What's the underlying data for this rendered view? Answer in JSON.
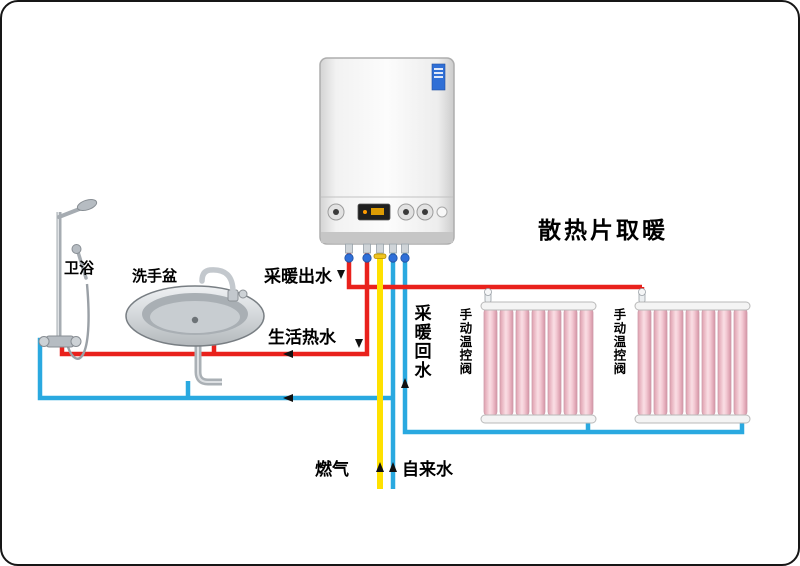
{
  "colors": {
    "hot": "#e9211c",
    "cold": "#2aa9e0",
    "gas": "#ffe100",
    "ink": "#111111",
    "fin": "#f3c6d0",
    "fin-edge": "#cf9dac",
    "chrome": "#b6bcc2",
    "chrome-dark": "#878d93",
    "sticker": "#2f6fd6"
  },
  "pipes": {
    "heating_supply_label": "采暖出水",
    "domestic_hot_water_label": "生活热水",
    "heating_return_label": "采暖回水",
    "gas_label": "燃气",
    "tap_water_label": "自来水"
  },
  "fixtures": {
    "bathroom_label": "卫浴",
    "wash_basin_label": "洗手盆",
    "radiator_section_title": "散热片取暖",
    "radiator_valve_labels": [
      "手动温控阀",
      "手动温控阀"
    ]
  },
  "icons": {
    "flow_down_arrow": "▼",
    "flow_left_arrow": "◀",
    "flow_up_arrow": "▲"
  }
}
